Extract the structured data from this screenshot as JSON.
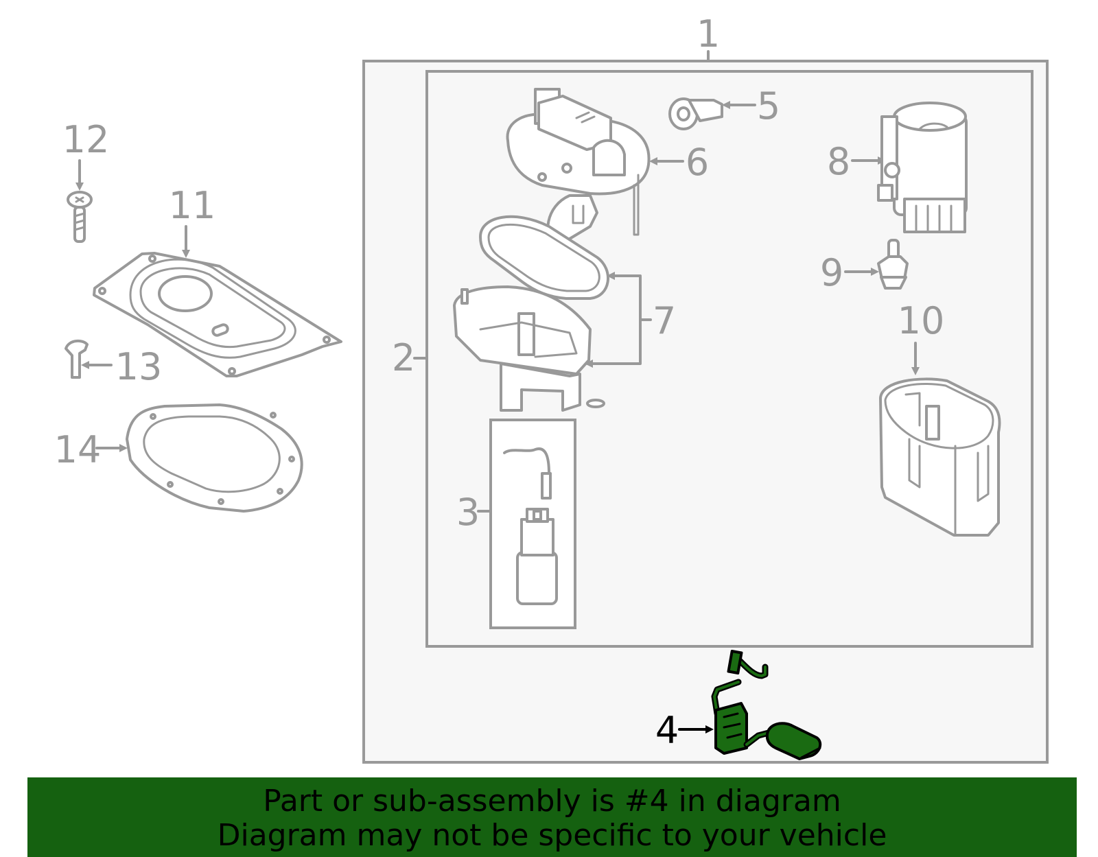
{
  "diagram": {
    "callouts": [
      "1",
      "2",
      "3",
      "4",
      "5",
      "6",
      "7",
      "8",
      "9",
      "10",
      "11",
      "12",
      "13",
      "14"
    ],
    "highlighted_callout": "4",
    "colors": {
      "line": "#999999",
      "highlight_fill": "#1a6b12",
      "box_fill": "#f7f7f7",
      "footer_bg": "#156110"
    }
  },
  "footer": {
    "line1": "Part or sub-assembly is #4 in diagram",
    "line2": "Diagram may not be specific to your vehicle"
  }
}
